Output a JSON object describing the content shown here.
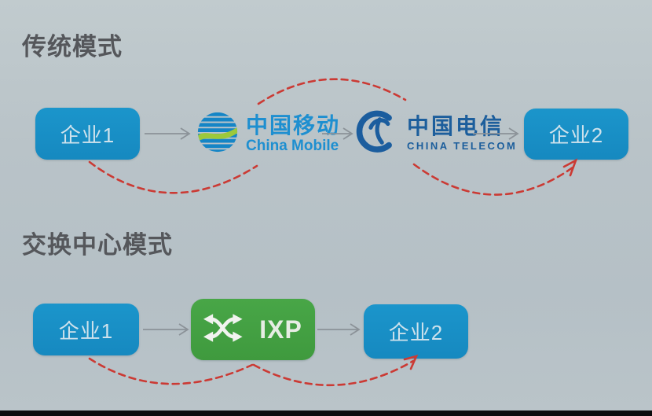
{
  "traditional": {
    "title": "传统模式",
    "ent1": "企业1",
    "ent2": "企业2",
    "china_mobile": {
      "cn": "中国移动",
      "en": "China Mobile"
    },
    "china_telecom": {
      "cn": "中国电信",
      "en": "CHINA TELECOM"
    }
  },
  "exchange": {
    "title": "交换中心模式",
    "ent1": "企业1",
    "ixp": "IXP",
    "ent2": "企业2"
  },
  "colors": {
    "background": "#b9c3c8",
    "enterprise_box_blue": "#1b95cb",
    "enterprise_box_text": "#cfe2ec",
    "ixp_green": "#44a043",
    "title_gray": "#55575b",
    "dashed_arc_red": "#cb3a34",
    "arrow_gray": "#8b9298",
    "china_mobile_blue": "#1e8fd0",
    "china_mobile_green": "#9cc93b",
    "china_telecom_blue": "#1c5e9c",
    "bottom_bar_black": "#0b0c0d"
  }
}
